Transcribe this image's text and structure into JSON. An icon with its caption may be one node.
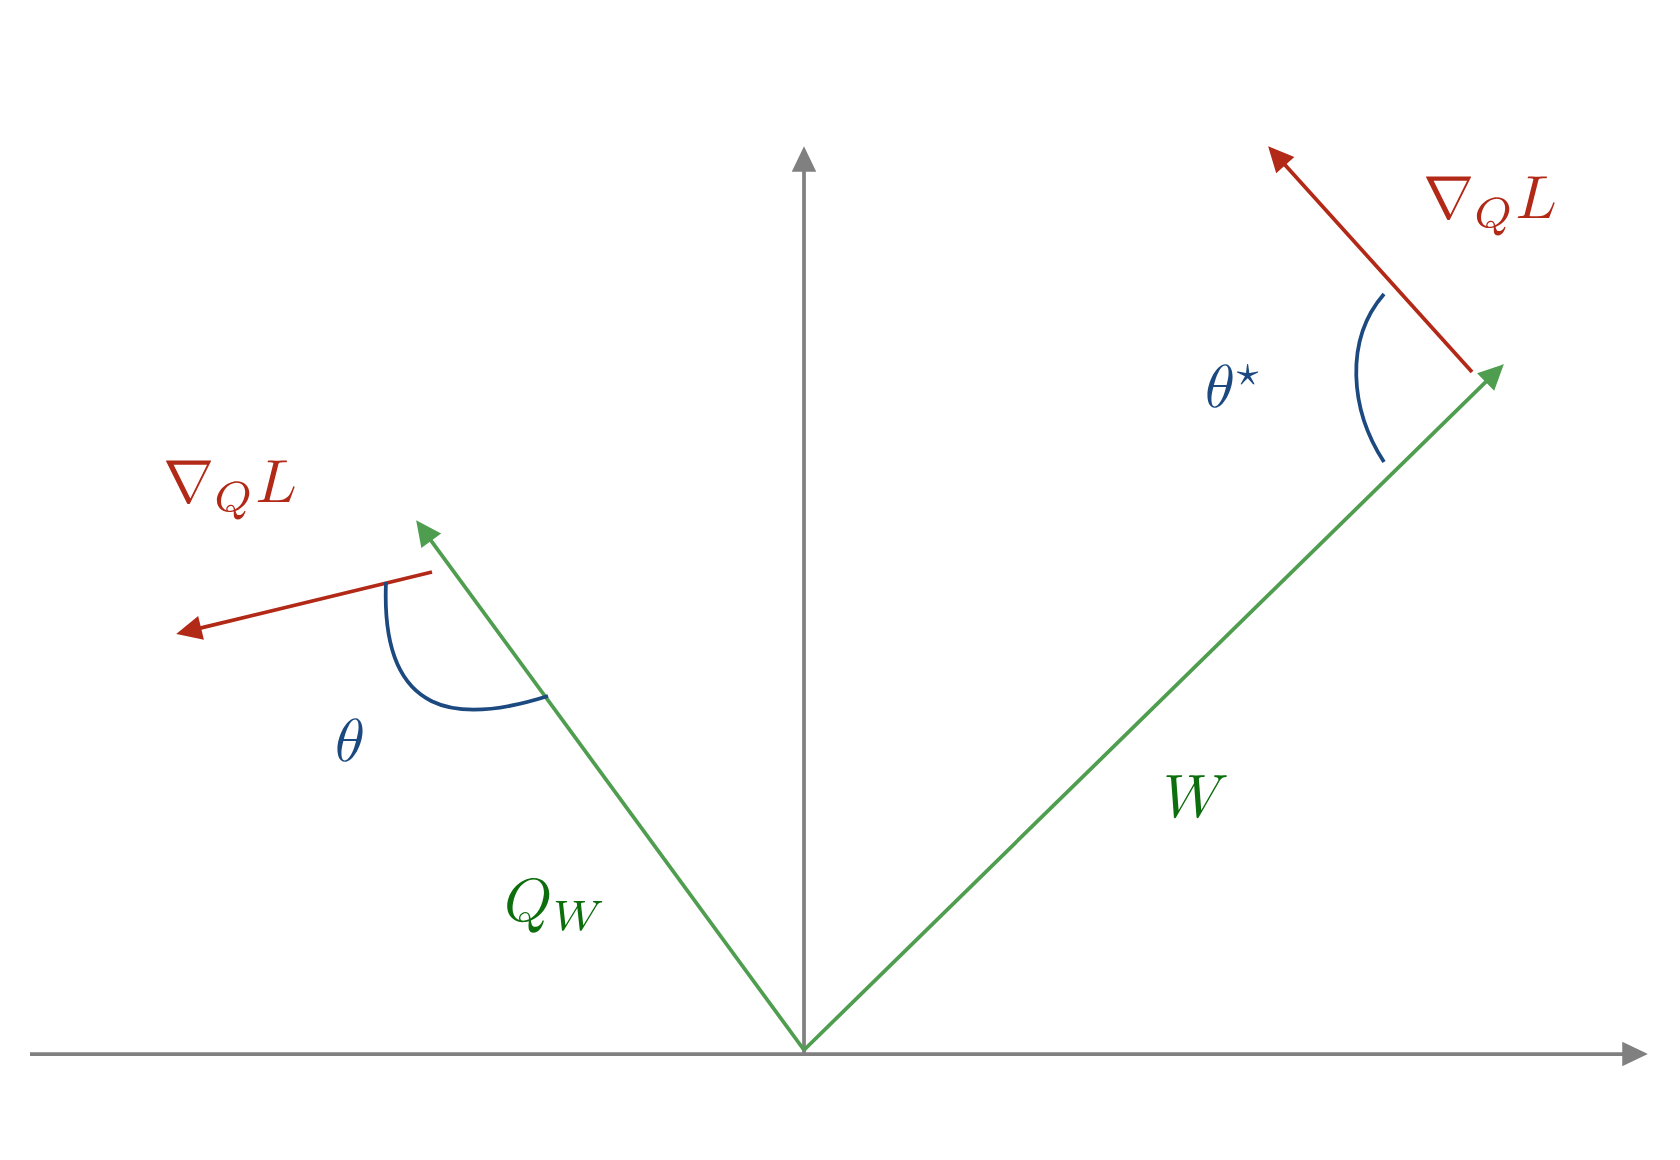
{
  "diagram": {
    "labels": [
      "\\nabla_Q L",
      "\\theta^\\star",
      "\\nabla_Q L",
      "\\theta",
      "W",
      "Q_W"
    ]
  }
}
